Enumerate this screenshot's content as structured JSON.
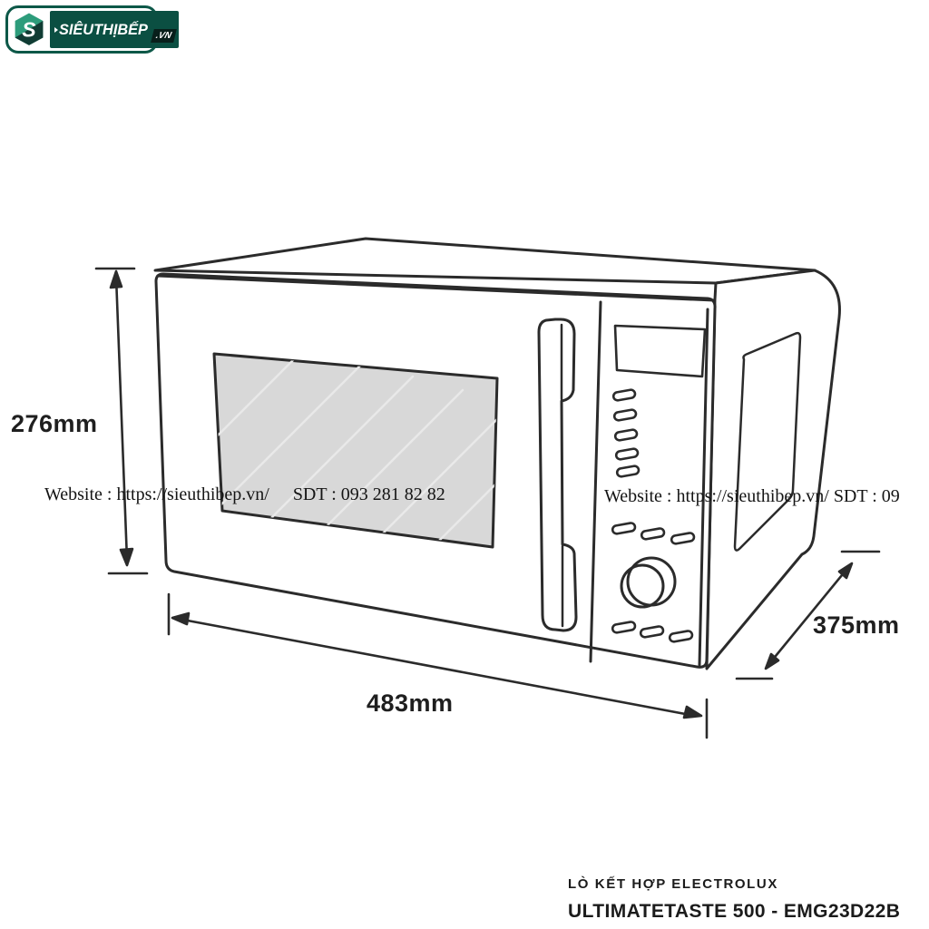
{
  "logo": {
    "brand_text": "SIÊUTHỊBẾP",
    "domain_badge": ".VN",
    "icon": "hexagon-s-logo",
    "colors": {
      "pill_border": "#0d5848",
      "panel_bg": "#0b4f42",
      "icon_green": "#2d9c7b",
      "icon_dark": "#113c34",
      "badge_bg": "#081f1b"
    }
  },
  "watermark": {
    "left": {
      "website": "Website : https://sieuthibep.vn/",
      "phone": "SDT : 093 281 82 82"
    },
    "right_truncated": "Website : https://sieuthibep.vn/ SDT : 09"
  },
  "drawing": {
    "kind": "microwave oven 3/4 perspective technical line drawing",
    "stroke": "#2b2b2b",
    "window_fill": "#d8d8d8",
    "dimensions": {
      "height": "276mm",
      "width": "483mm",
      "depth": "375mm"
    },
    "features": [
      "door-window",
      "door-handle",
      "control-panel",
      "display",
      "button-column-5",
      "button-row-3-upper",
      "rotary-knob",
      "button-row-3-lower",
      "side-vent-panel"
    ]
  },
  "caption": {
    "line1": "LÒ KẾT HỢP ELECTROLUX",
    "line2": "ULTIMATETASTE 500 - EMG23D22B"
  }
}
